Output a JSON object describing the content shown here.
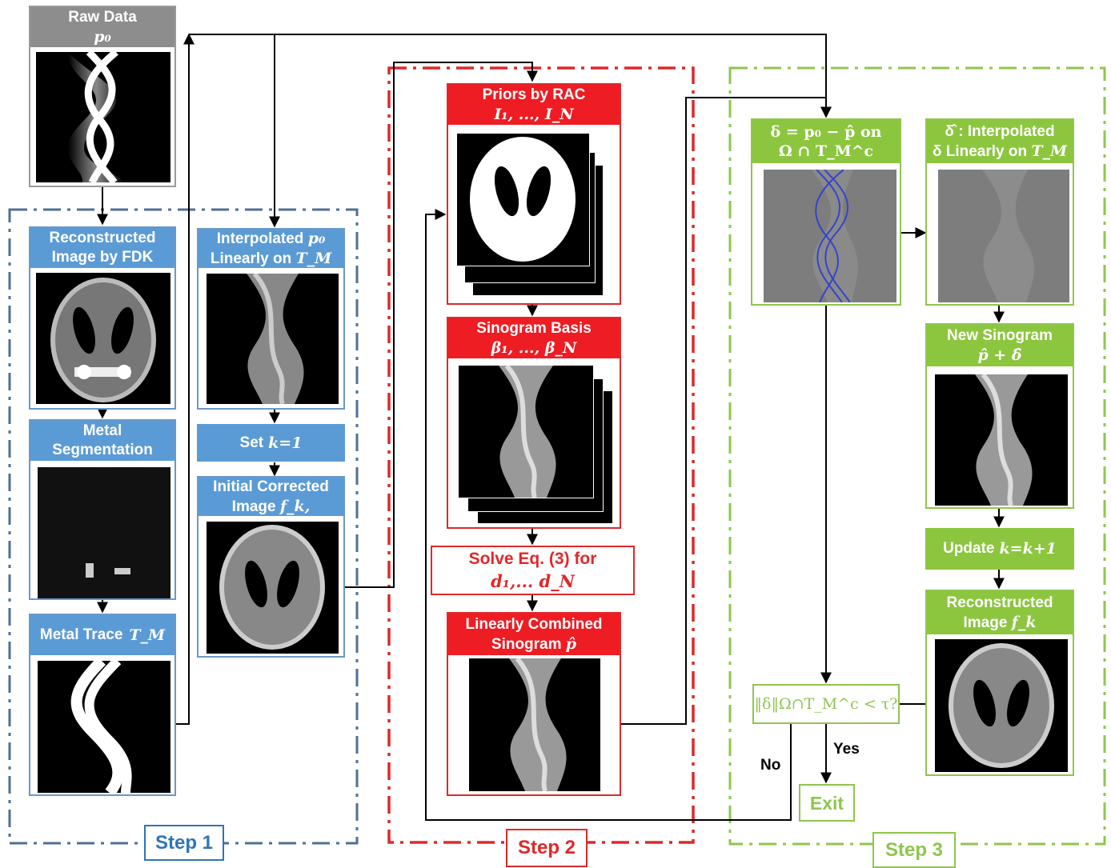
{
  "step1": {
    "label": "Step 1",
    "raw_data": {
      "title": "Raw Data",
      "symbol": "p₀"
    },
    "fdk": {
      "line1": "Reconstructed",
      "line2": "Image by FDK"
    },
    "segmentation": {
      "line1": "Metal",
      "line2": "Segmentation"
    },
    "trace": {
      "title": "Metal Trace",
      "symbol": "T_M"
    },
    "interp": {
      "line1a": "Interpolated",
      "line1b": "p₀",
      "line2a": "Linearly on",
      "line2b": "T_M"
    },
    "set_k": {
      "text": "Set",
      "expr": "k=1"
    },
    "initial": {
      "line1": "Initial Corrected",
      "line2a": "Image",
      "line2b": "f_k,"
    }
  },
  "step2": {
    "label": "Step 2",
    "priors": {
      "line1": "Priors by RAC",
      "line2": "I₁, ..., I_N"
    },
    "basis": {
      "line1": "Sinogram Basis",
      "line2": "β₁, ..., β_N"
    },
    "solve": {
      "line1": "Solve Eq. (3) for",
      "line2": "d₁,... d_N"
    },
    "combined": {
      "line1": "Linearly Combined",
      "line2a": "Sinogram",
      "line2b": "p̂"
    }
  },
  "step3": {
    "label": "Step 3",
    "delta": {
      "line1": "δ = p₀ − p̂ on",
      "line2": "Ω ∩ T_M^c"
    },
    "delta_hat": {
      "line1": "δ̂ :  Interpolated",
      "line2a": "δ  Linearly on",
      "line2b": "T_M"
    },
    "new_sino": {
      "line1": "New Sinogram",
      "line2": "p̂ + δ̂"
    },
    "update": {
      "text": "Update",
      "expr": "k=k+1"
    },
    "recon": {
      "line1": "Reconstructed",
      "line2a": "Image",
      "line2b": "f_k"
    },
    "condition": "‖δ‖Ω∩T_M^c < τ?",
    "yes": "Yes",
    "no": "No",
    "exit": "Exit"
  },
  "colors": {
    "step1": "#4f6f94",
    "step2": "#e0282a",
    "step3": "#8ec64c",
    "raw": "#8d8d8d"
  }
}
